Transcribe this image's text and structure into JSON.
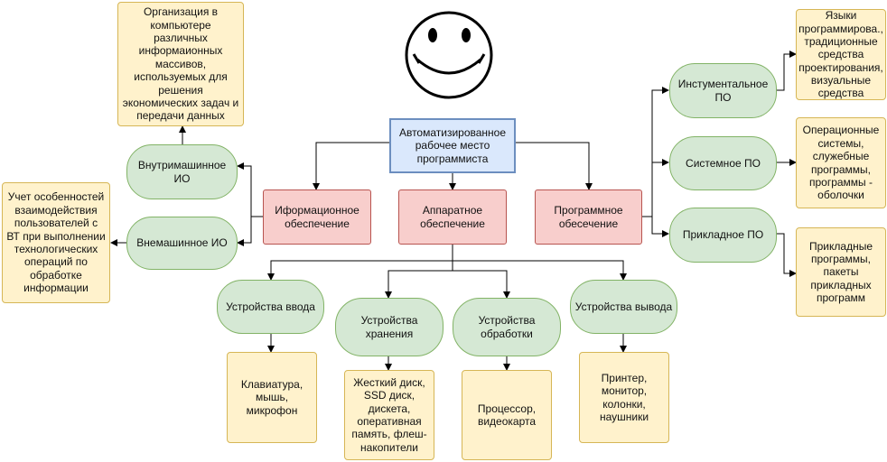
{
  "root": {
    "text": "Автоматизированное рабочее место программиста"
  },
  "support": {
    "info": "Иформационное обеспечение",
    "hardware": "Аппаратное обеспечение",
    "software": "Программное обесечение"
  },
  "info_types": {
    "internal": "Внутримашинное ИО",
    "external": "Внемашинное ИО"
  },
  "info_desc": {
    "internal": "Организация в компьютере различных информаионных массивов, используемых для решения экономических задач и передачи данных",
    "external": "Учет особенностей взаимодействия пользователей с ВТ при выполнении технологических операций по обработке информации"
  },
  "software_types": {
    "tool": "Инстументальное ПО",
    "system": "Системное ПО",
    "applied": "Прикладное ПО"
  },
  "software_desc": {
    "tool": "Языки программирова., традиционные средства проектирования, визуальные средства",
    "system": "Операционные системы, служебные программы, программы - оболочки",
    "applied": "Прикладные программы, пакеты прикладных программ"
  },
  "devices": {
    "input": "Устройства ввода",
    "storage": "Устройства хранения",
    "processing": "Устройства обработки",
    "output": "Устройства вывода"
  },
  "device_desc": {
    "input": "Клавиатура, мышь, микрофон",
    "storage": "Жесткий диск, SSD диск, дискета, оперативная память, флеш-накопители",
    "processing": "Процессор, видеокарта",
    "output": "Принтер, монитор, колонки, наушники"
  }
}
